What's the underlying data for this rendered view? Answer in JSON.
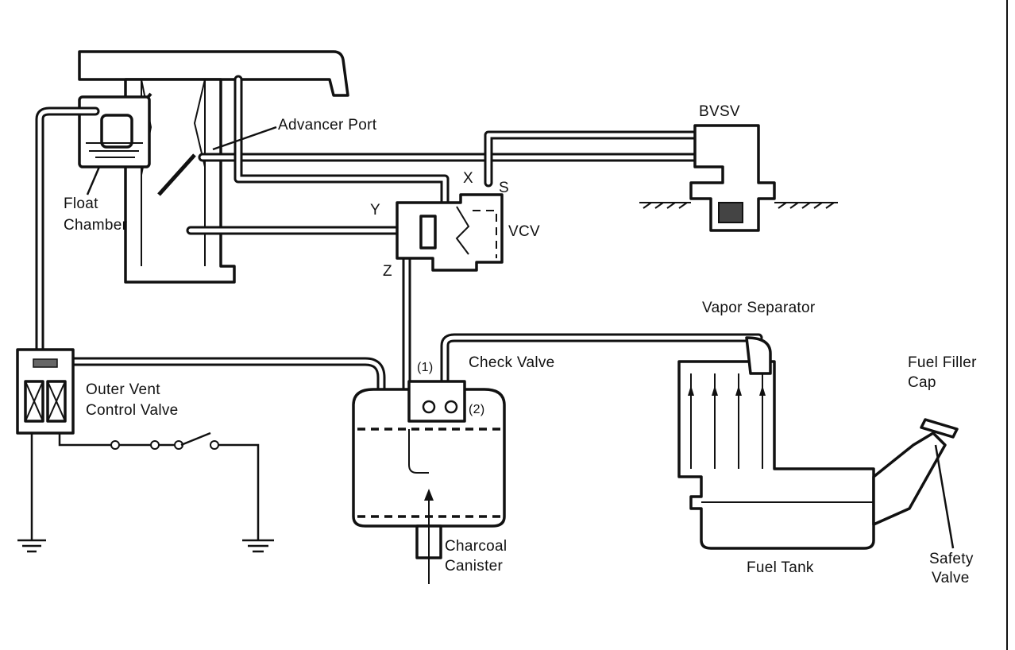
{
  "labels": {
    "advancer_port": "Advancer Port",
    "bvsv": "BVSV",
    "float_chamber_1": "Float",
    "float_chamber_2": "Chamber",
    "port_x": "X",
    "port_s": "S",
    "port_y": "Y",
    "vcv": "VCV",
    "port_z": "Z",
    "vapor_separator": "Vapor Separator",
    "check_valve": "Check Valve",
    "port_1": "(1)",
    "port_2": "(2)",
    "outer_vent_1": "Outer Vent",
    "outer_vent_2": "Control Valve",
    "fuel_filler_1": "Fuel Filler",
    "fuel_filler_2": "Cap",
    "charcoal_1": "Charcoal",
    "charcoal_2": "Canister",
    "fuel_tank": "Fuel Tank",
    "safety_1": "Safety",
    "safety_2": "Valve"
  }
}
